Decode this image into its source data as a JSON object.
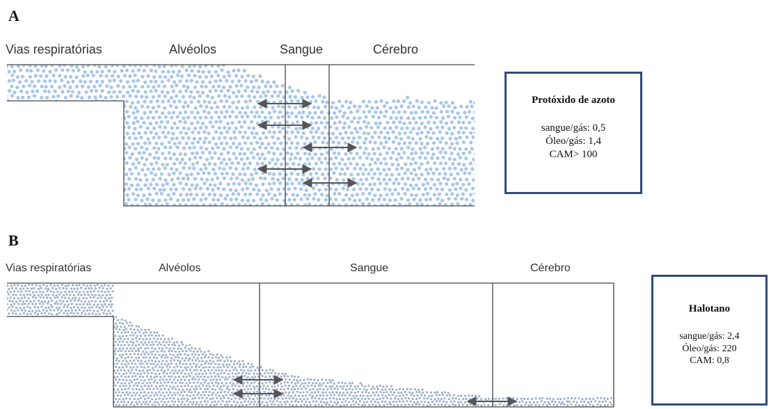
{
  "panels": [
    {
      "letter": "A",
      "regions": [
        "Vias respiratórias",
        "Alvéolos",
        "Sangue",
        "Cérebro"
      ],
      "box": {
        "title": "Protóxido de azoto",
        "lines": [
          "sangue/gás: 0,5",
          "Óleo/gás: 1,4",
          "CAM> 100"
        ]
      }
    },
    {
      "letter": "B",
      "regions": [
        "Vias respiratórias",
        "Alvéolos",
        "Sangue",
        "Cérebro"
      ],
      "box": {
        "title": "Halotano",
        "lines": [
          "sangue/gás: 2,4",
          "Óleo/gás: 220",
          "CAM: 0,8"
        ]
      }
    }
  ],
  "colors": {
    "particle_a": "#a9c6e6",
    "particle_b": "#9db0c8",
    "outline": "#444444",
    "box_border": "#2f4a7a",
    "arrow": "#555555"
  }
}
